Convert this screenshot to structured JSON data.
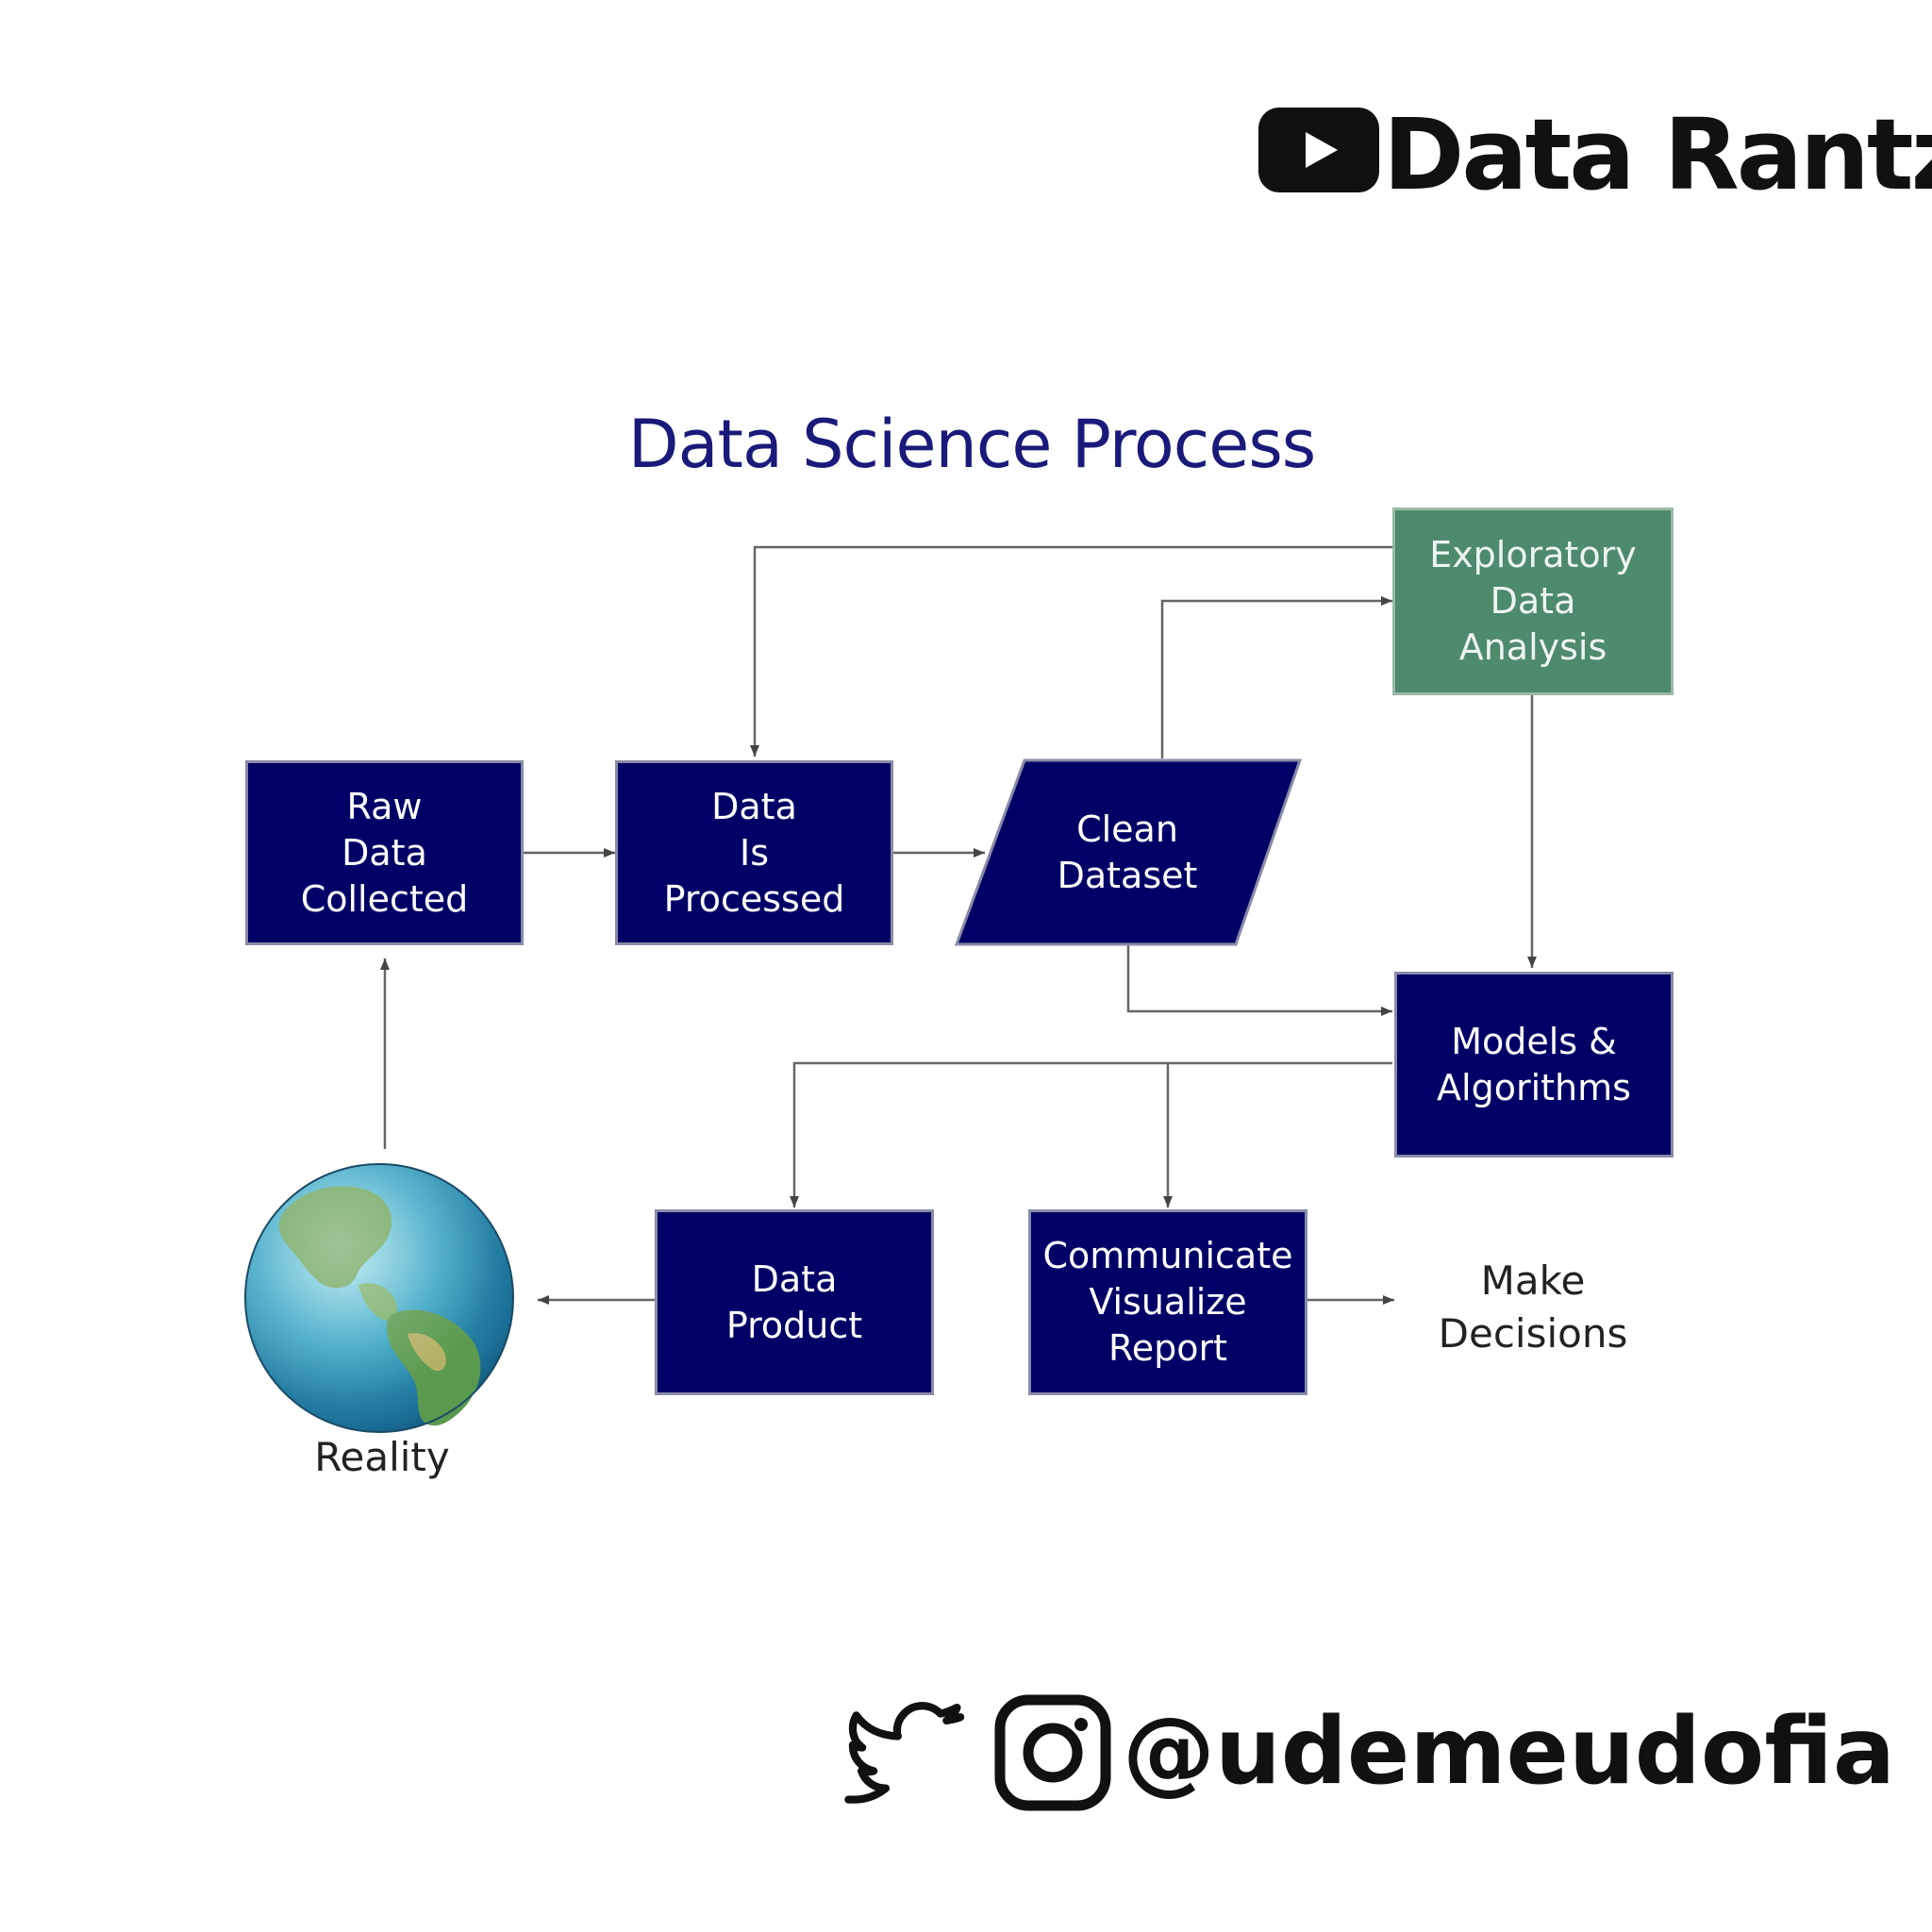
{
  "brand": {
    "name": "Data Rantz",
    "icon": "youtube-play-icon"
  },
  "diagram": {
    "title": "Data Science Process",
    "nodes": {
      "raw": "Raw\nData\nCollected",
      "processed": "Data\nIs\nProcessed",
      "clean": "Clean\nDataset",
      "eda": "Exploratory\nData\nAnalysis",
      "models": "Models &\nAlgorithms",
      "product": "Data\nProduct",
      "communicate": "Communicate\nVisualize\nReport",
      "decisions": "Make\nDecisions",
      "reality": "Reality"
    },
    "edges": [
      [
        "raw",
        "processed"
      ],
      [
        "processed",
        "clean"
      ],
      [
        "clean",
        "eda"
      ],
      [
        "eda",
        "processed"
      ],
      [
        "eda",
        "models"
      ],
      [
        "clean",
        "models"
      ],
      [
        "models",
        "product"
      ],
      [
        "models",
        "communicate"
      ],
      [
        "communicate",
        "decisions"
      ],
      [
        "product",
        "reality"
      ],
      [
        "reality",
        "raw"
      ]
    ],
    "colors": {
      "box": "#000066",
      "eda": "#4e8a6c",
      "title": "#1a1a7a",
      "line": "#555555"
    },
    "reality_icon": "globe-icon"
  },
  "social": {
    "handle": "@udemeudofia",
    "icons": [
      "twitter-bird-icon",
      "instagram-icon"
    ]
  }
}
